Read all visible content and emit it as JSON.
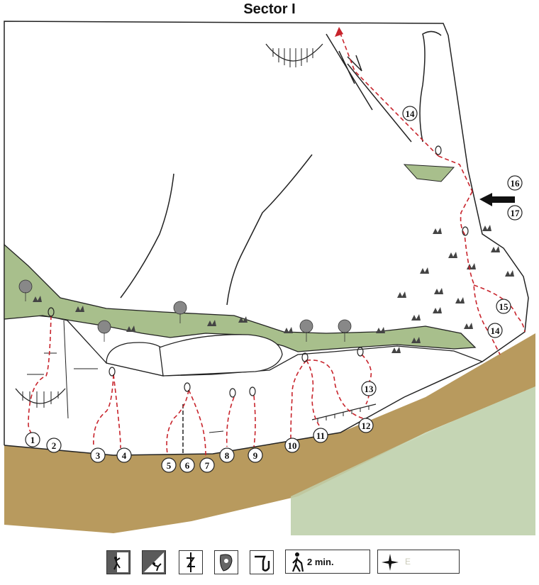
{
  "title": "Sector I",
  "routes": [
    "1",
    "2",
    "3",
    "4",
    "5",
    "6",
    "7",
    "8",
    "9",
    "10",
    "11",
    "12",
    "13",
    "14",
    "14",
    "15",
    "16",
    "17"
  ],
  "legend": {
    "icons": [
      "vertical-wall-icon",
      "overhang-icon",
      "crack-icon",
      "pocket-hold-icon",
      "tufa-hold-icon",
      "hiker-icon",
      "compass-icon"
    ],
    "approach_time": "2 min.",
    "orientation_label": "E"
  },
  "colors": {
    "route": "#c8242c",
    "vegetation": "#a8bf8c",
    "ground": "#b89a5e",
    "background_green": "#c8d8b8",
    "outline": "#222222"
  }
}
